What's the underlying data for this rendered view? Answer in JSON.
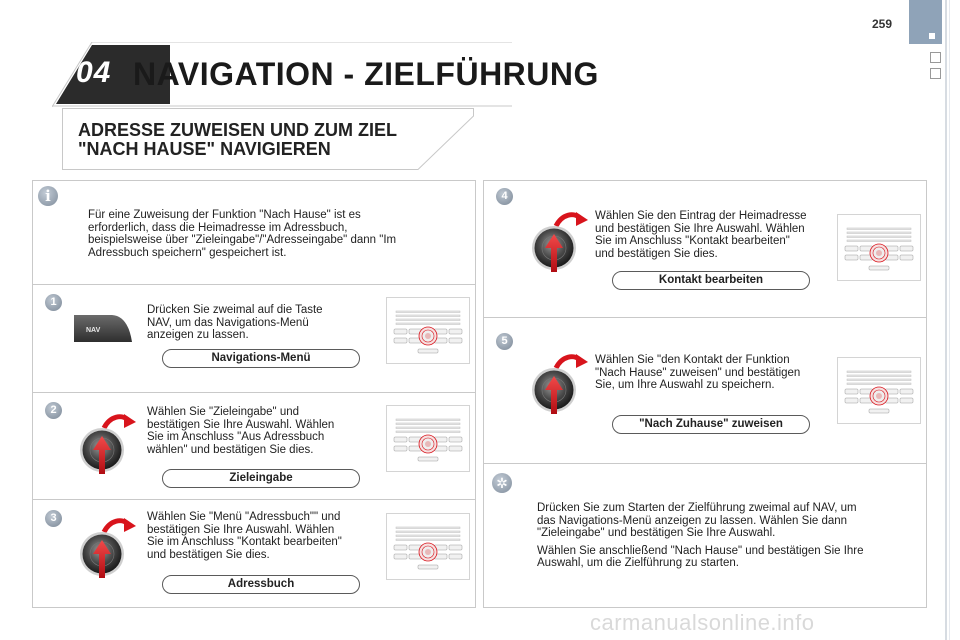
{
  "page": {
    "number": "259"
  },
  "chapter": {
    "number": "04",
    "title": "NAVIGATION - ZIELFÜHRUNG"
  },
  "section": {
    "title_line1": "ADRESSE ZUWEISEN UND ZUM ZIEL",
    "title_line2": "\"NACH HAUSE\" NAVIGIEREN"
  },
  "info": {
    "icon": "info-icon",
    "lines": [
      "Für eine Zuweisung der Funktion \"Nach Hause\" ist es",
      "erforderlich, dass die Heimadresse im Adressbuch,",
      "beispielsweise über \"Zieleingabe\"/\"Adresseingabe\" dann \"Im",
      "Adressbuch speichern\" gespeichert ist."
    ]
  },
  "steps": [
    {
      "number": "1",
      "nav_key_label": "NAV",
      "lines": [
        "Drücken Sie zweimal auf die Taste",
        "NAV, um das Navigations-Menü",
        "anzeigen zu lassen."
      ],
      "pill": "Navigations-Menü"
    },
    {
      "number": "2",
      "lines": [
        "Wählen Sie \"Zieleingabe\" und",
        "bestätigen Sie Ihre Auswahl. Wählen",
        "Sie im Anschluss \"Aus Adressbuch",
        "wählen\" und bestätigen Sie dies."
      ],
      "pill": "Zieleingabe"
    },
    {
      "number": "3",
      "lines": [
        "Wählen Sie \"Menü \"Adressbuch\"\" und",
        "bestätigen Sie Ihre Auswahl. Wählen",
        "Sie im Anschluss \"Kontakt bearbeiten\"",
        "und bestätigen Sie dies."
      ],
      "pill": "Adressbuch"
    },
    {
      "number": "4",
      "lines": [
        "Wählen Sie den Eintrag der Heimadresse",
        "und bestätigen Sie Ihre Auswahl. Wählen",
        "Sie im Anschluss \"Kontakt bearbeiten\"",
        "und bestätigen Sie dies."
      ],
      "pill": "Kontakt bearbeiten"
    },
    {
      "number": "5",
      "lines": [
        "Wählen Sie \"den Kontakt der Funktion",
        "\"Nach Hause\" zuweisen\" und bestätigen",
        "Sie, um Ihre Auswahl zu speichern."
      ],
      "pill": "\"Nach Zuhause\" zuweisen"
    }
  ],
  "tip": {
    "icon": "sun-tip-icon",
    "p1": [
      "Drücken Sie zum Starten der Zielführung zweimal auf NAV, um",
      "das Navigations-Menü anzeigen zu lassen. Wählen Sie dann",
      "\"Zieleingabe\" und bestätigen Sie Ihre Auswahl."
    ],
    "p2": [
      "Wählen Sie anschließend \"Nach Hause\" und bestätigen Sie Ihre",
      "Auswahl, um die Zielführung zu starten."
    ]
  },
  "watermark": "carmanualsonline.info",
  "colors": {
    "chapter_bar": "#2b2b2b",
    "badge": "#8a96a4",
    "tab": "#8fa3b8",
    "knob_arrow": "#d8141c"
  }
}
